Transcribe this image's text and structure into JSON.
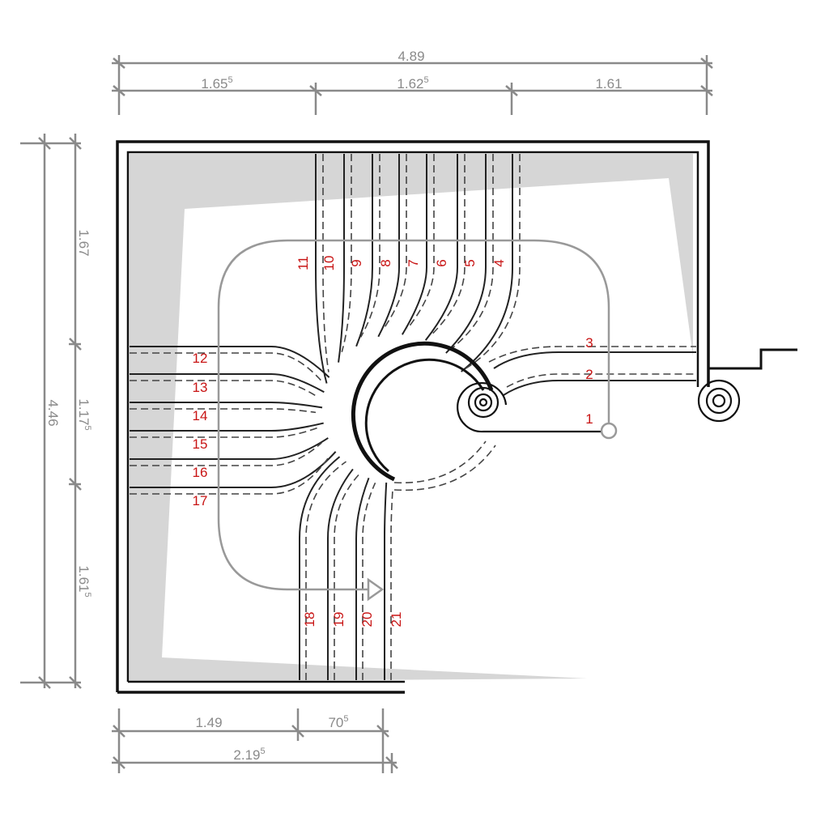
{
  "dimensions": {
    "top_total": "4.89",
    "top_segments": [
      {
        "main": "1.65",
        "sup": "5"
      },
      {
        "main": "1.62",
        "sup": "5"
      },
      {
        "main": "1.61",
        "sup": ""
      }
    ],
    "left_total": "4.46",
    "left_segments": [
      {
        "main": "1.67",
        "sup": ""
      },
      {
        "main": "1.17",
        "sup": "5"
      },
      {
        "main": "1.61",
        "sup": "5"
      }
    ],
    "bottom_segments": [
      {
        "main": "1.49",
        "sup": ""
      },
      {
        "main": "70",
        "sup": "5"
      }
    ],
    "bottom_total": {
      "main": "2.19",
      "sup": "5"
    }
  },
  "step_numbers": [
    "1",
    "2",
    "3",
    "4",
    "5",
    "6",
    "7",
    "8",
    "9",
    "10",
    "11",
    "12",
    "13",
    "14",
    "15",
    "16",
    "17",
    "18",
    "19",
    "20",
    "21"
  ],
  "colors": {
    "step_number": "#c81414",
    "dimension": "#8a8a8a",
    "shadow": "#d6d6d6",
    "wall": "#111111"
  }
}
